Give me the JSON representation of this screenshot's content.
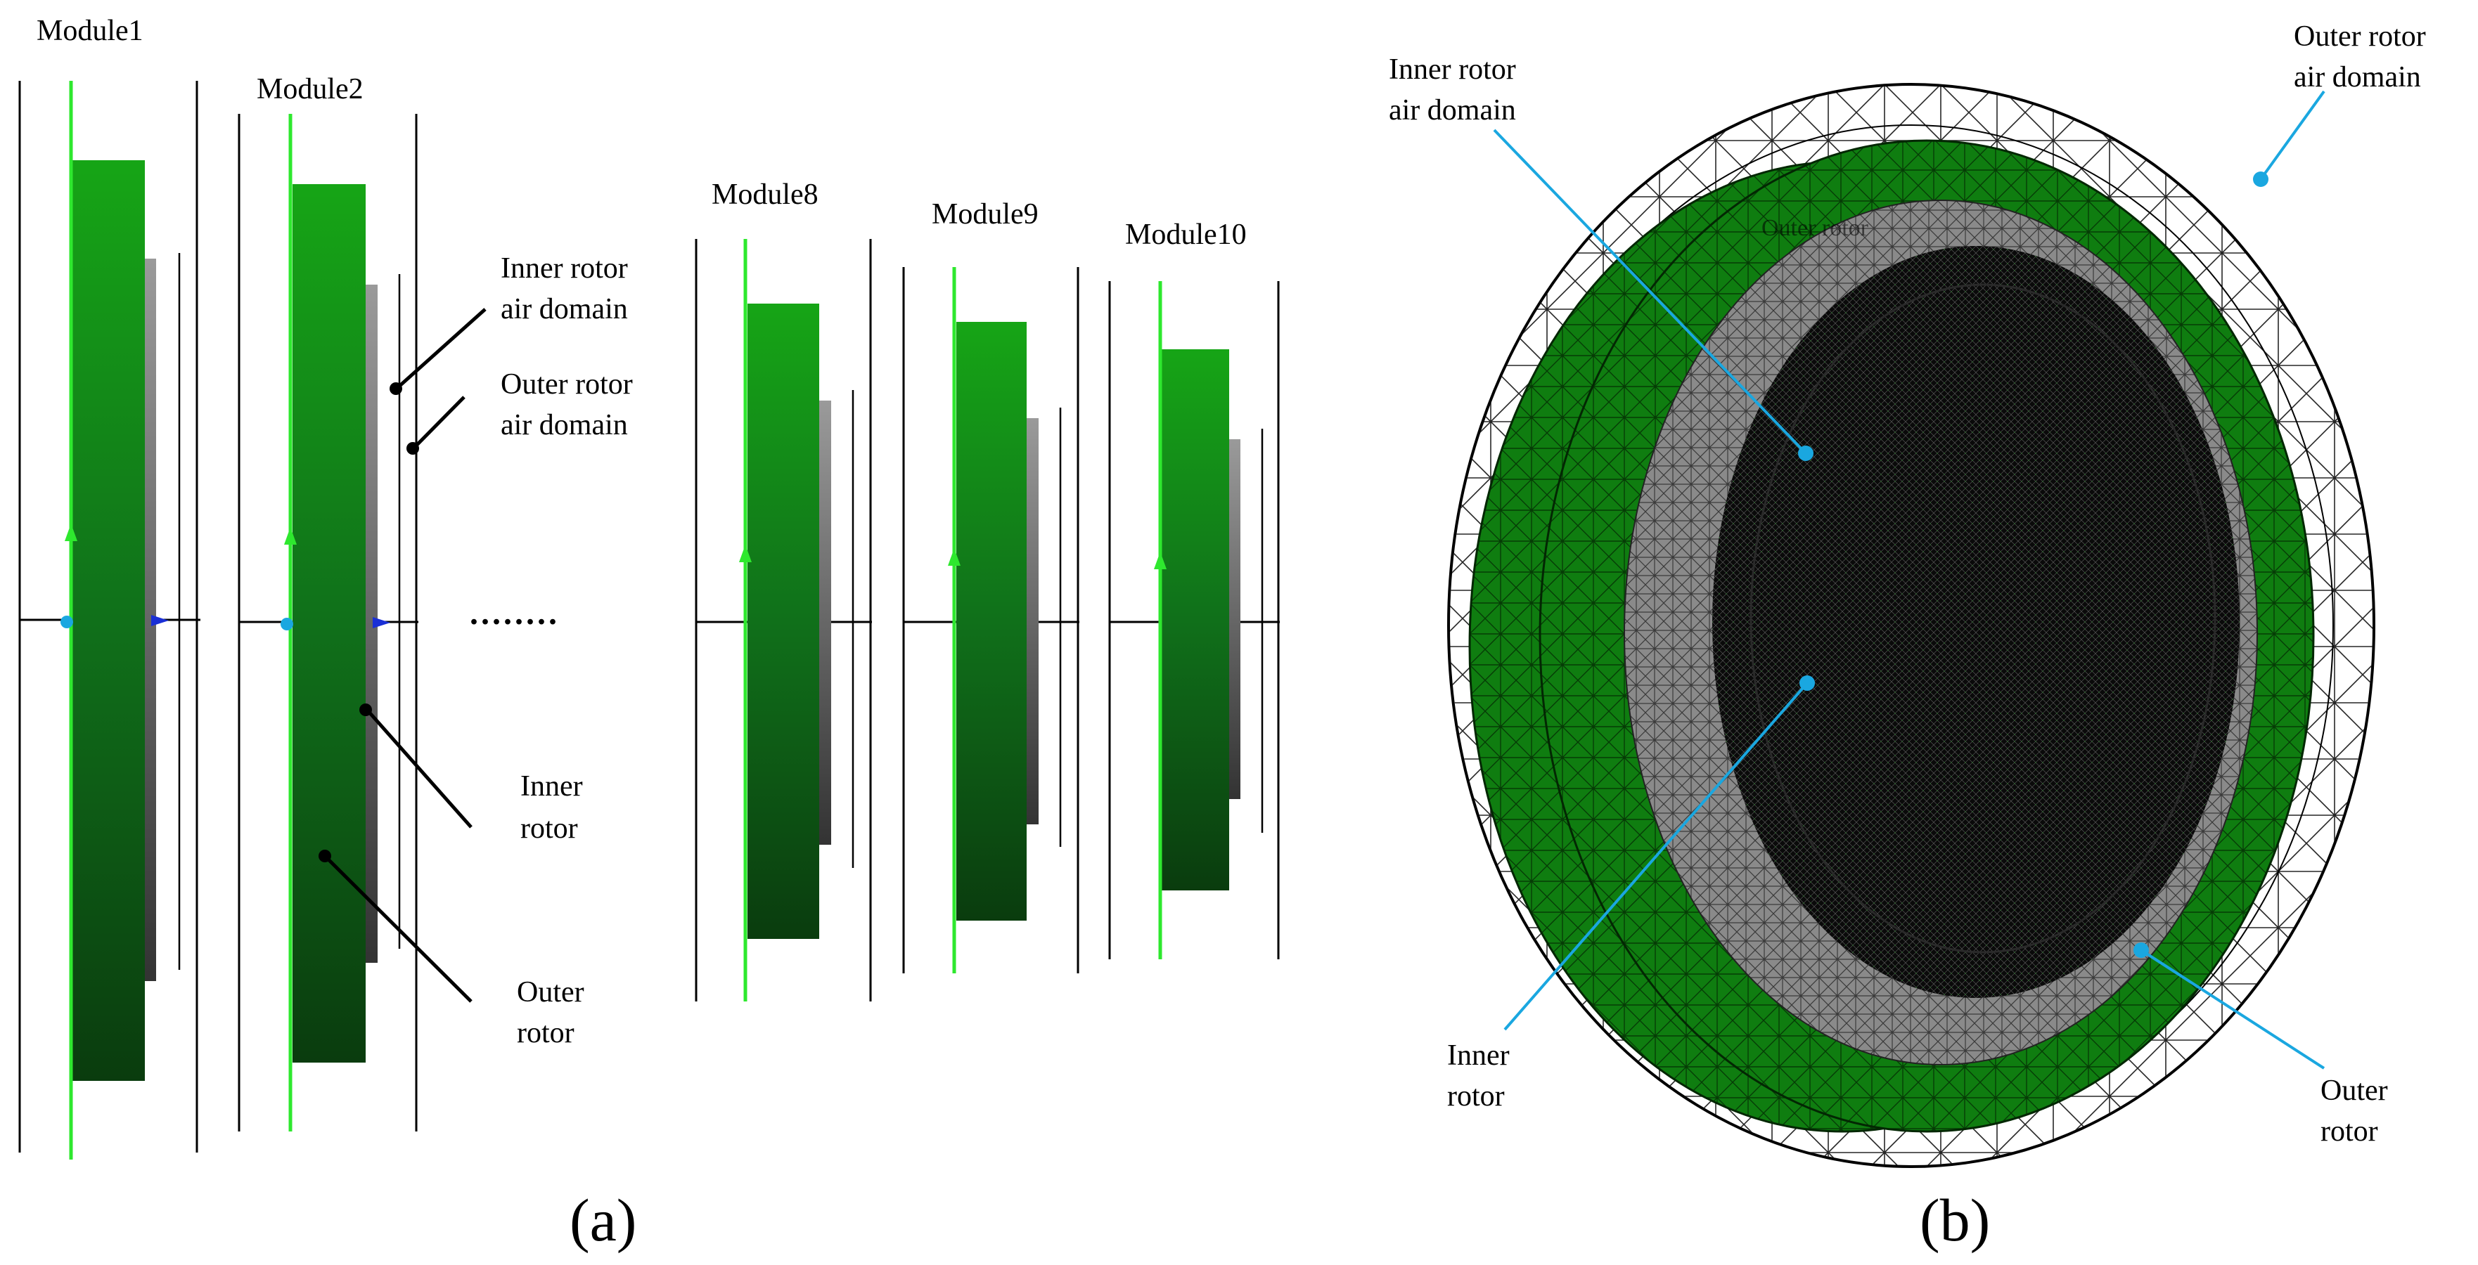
{
  "panel_a": {
    "modules": {
      "m1": "Module1",
      "m2": "Module2",
      "m8": "Module8",
      "m9": "Module9",
      "m10": "Module10"
    },
    "ellipsis": "........",
    "callouts": {
      "inner_air": [
        "Inner rotor",
        "air domain"
      ],
      "outer_air": [
        "Outer rotor",
        "air domain"
      ],
      "inner_rotor": [
        "Inner",
        "rotor"
      ],
      "outer_rotor": [
        "Outer",
        "rotor"
      ]
    },
    "panel_label": "(a)"
  },
  "panel_b": {
    "callouts": {
      "inner_air": [
        "Inner rotor",
        "air domain"
      ],
      "outer_air": [
        "Outer rotor",
        "air domain"
      ],
      "inner_rotor": [
        "Inner",
        "rotor"
      ],
      "outer_rotor": [
        "Outer",
        "rotor"
      ]
    },
    "panel_label": "(b)"
  },
  "colors": {
    "rotor_green_top": "#159a15",
    "rotor_green_bottom": "#0b3d0b",
    "air_gray": "#8c8c8c",
    "axis_green": "#2ee82e",
    "callout_blue": "#1aa7e0",
    "mesh_black": "#000000"
  }
}
